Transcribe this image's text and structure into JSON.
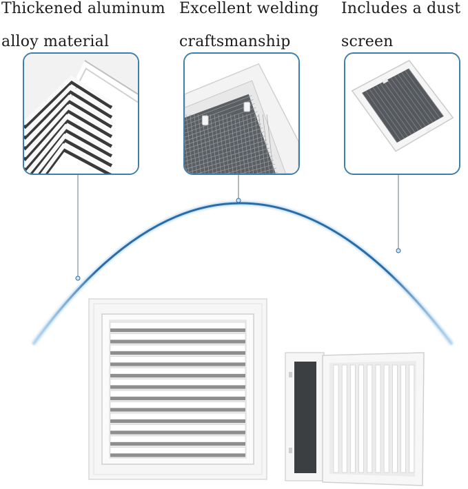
{
  "features": [
    {
      "line1": "Thickened aluminum",
      "line2": "alloy material"
    },
    {
      "line1": "Excellent welding",
      "line2": "craftsmanship"
    },
    {
      "line1": "Includes a dust",
      "line2": "screen"
    }
  ],
  "colors": {
    "accent": "#3d7fa8",
    "arc": "#1f5f9a",
    "frame": "#f4f4f4",
    "mesh": "#555a5e"
  }
}
